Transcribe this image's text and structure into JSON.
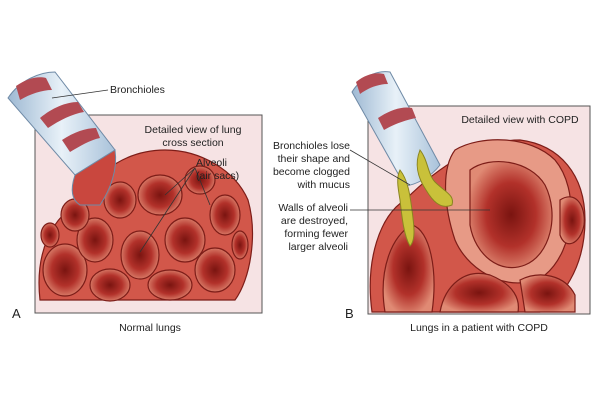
{
  "panel_a": {
    "letter": "A",
    "caption": "Normal lungs",
    "box_title_line1": "Detailed view of lung",
    "box_title_line2": "cross section",
    "label_bronchioles": "Bronchioles",
    "label_alveoli_line1": "Alveoli",
    "label_alveoli_line2": "(air sacs)"
  },
  "panel_b": {
    "letter": "B",
    "caption": "Lungs in a patient with COPD",
    "box_title": "Detailed view with COPD",
    "label_bronchioles_line1": "Bronchioles lose",
    "label_bronchioles_line2": "their shape and",
    "label_bronchioles_line3": "become clogged",
    "label_bronchioles_line4": "with mucus",
    "label_walls_line1": "Walls of alveoli",
    "label_walls_line2": "are destroyed,",
    "label_walls_line3": "forming fewer",
    "label_walls_line4": "larger alveoli"
  },
  "colors": {
    "box_fill": "#f6e3e4",
    "tissue": "#c9473e",
    "tissue_dark": "#8e1f1b",
    "tissue_light": "#e79a86",
    "bronchiole": "#cfe0ee",
    "band": "#b24a52",
    "mucus": "#c9c13a"
  }
}
